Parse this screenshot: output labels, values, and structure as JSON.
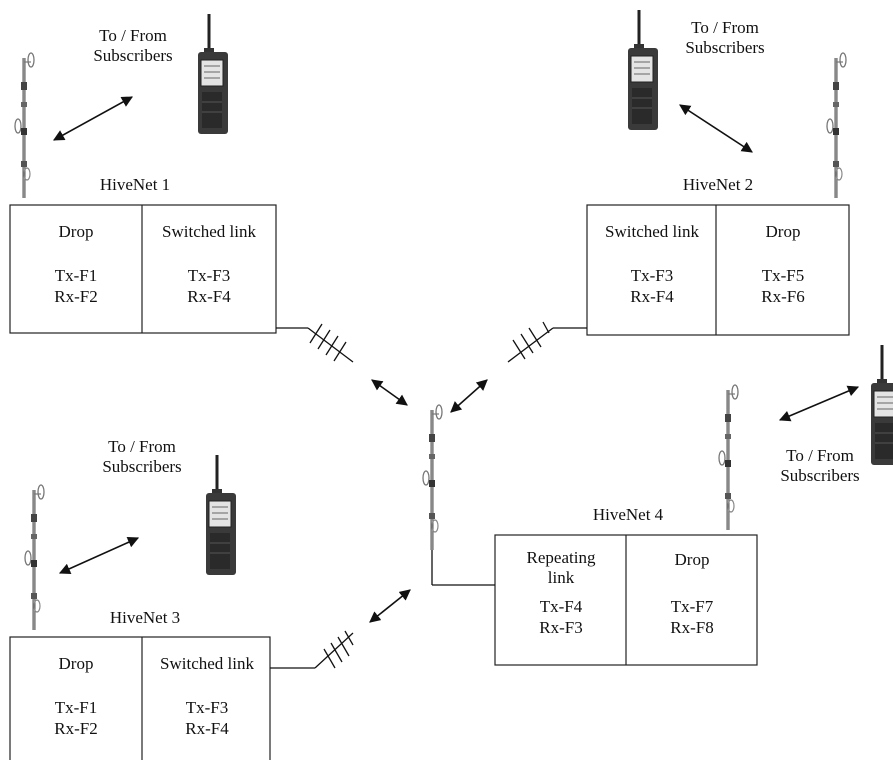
{
  "labels": {
    "to_from_subscribers": "To / From\nSubscribers"
  },
  "hivenets": [
    {
      "title": "HiveNet 1",
      "sections": [
        {
          "label": "Drop",
          "tx": "Tx-F1",
          "rx": "Rx-F2"
        },
        {
          "label": "Switched link",
          "tx": "Tx-F3",
          "rx": "Rx-F4"
        }
      ]
    },
    {
      "title": "HiveNet 2",
      "sections": [
        {
          "label": "Switched link",
          "tx": "Tx-F3",
          "rx": "Rx-F4"
        },
        {
          "label": "Drop",
          "tx": "Tx-F5",
          "rx": "Rx-F6"
        }
      ]
    },
    {
      "title": "HiveNet 3",
      "sections": [
        {
          "label": "Drop",
          "tx": "Tx-F1",
          "rx": "Rx-F2"
        },
        {
          "label": "Switched link",
          "tx": "Tx-F3",
          "rx": "Rx-F4"
        }
      ]
    },
    {
      "title": "HiveNet 4",
      "sections": [
        {
          "label": "Repeating\nlink",
          "tx": "Tx-F4",
          "rx": "Rx-F3"
        },
        {
          "label": "Drop",
          "tx": "Tx-F7",
          "rx": "Rx-F8"
        }
      ]
    }
  ]
}
